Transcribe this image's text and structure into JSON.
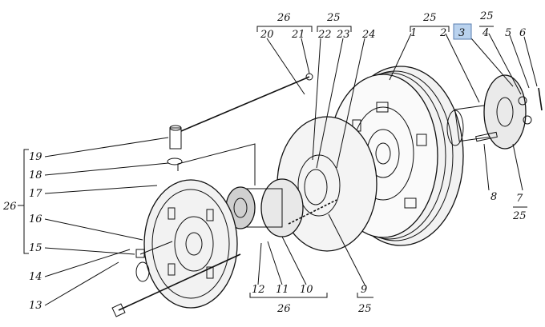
{
  "labels": {
    "l1": "1",
    "l2": "2",
    "l3": "3",
    "l4": "4",
    "l5": "5",
    "l6": "6",
    "l7": "7",
    "l8": "8",
    "l9": "9",
    "l10": "10",
    "l11": "11",
    "l12": "12",
    "l13": "13",
    "l14": "14",
    "l15": "15",
    "l16": "16",
    "l17": "17",
    "l18": "18",
    "l19": "19",
    "l20": "20",
    "l21": "21",
    "l22": "22",
    "l23": "23",
    "l24": "24"
  },
  "groups": {
    "g26_top": "26",
    "g25_top_a": "25",
    "g25_top_b": "25",
    "g25_top_c": "25",
    "g26_left": "26",
    "g26_bottom": "26",
    "g25_bottom": "25",
    "g25_right": "25"
  },
  "highlight_color": "#b9d2ee"
}
